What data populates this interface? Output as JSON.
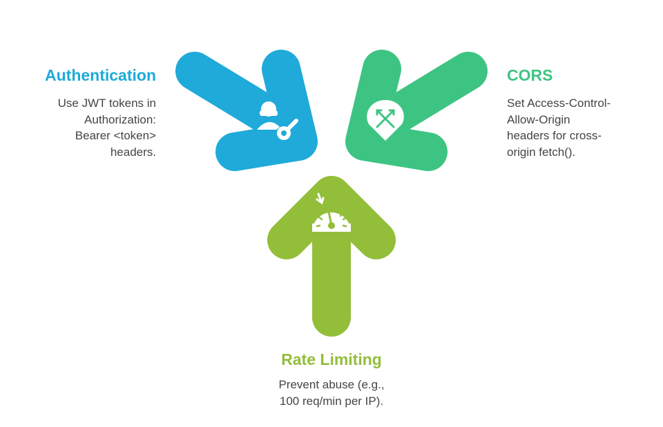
{
  "colors": {
    "auth": "#1FAAD9",
    "cors": "#3EC482",
    "rate": "#93BE3A",
    "text": "#444444"
  },
  "items": [
    {
      "title": "Authentication",
      "lines": [
        "Use JWT tokens in",
        "Authorization:",
        "Bearer <token>",
        "headers."
      ],
      "icon": "user-key-icon"
    },
    {
      "title": "CORS",
      "lines": [
        "Set Access-Control-",
        "Allow-Origin",
        "headers for cross-",
        "origin fetch()."
      ],
      "icon": "crossed-arrows-pin-icon"
    },
    {
      "title": "Rate Limiting",
      "lines": [
        "Prevent abuse (e.g.,",
        "100 req/min per IP)."
      ],
      "icon": "speedometer-icon"
    }
  ]
}
